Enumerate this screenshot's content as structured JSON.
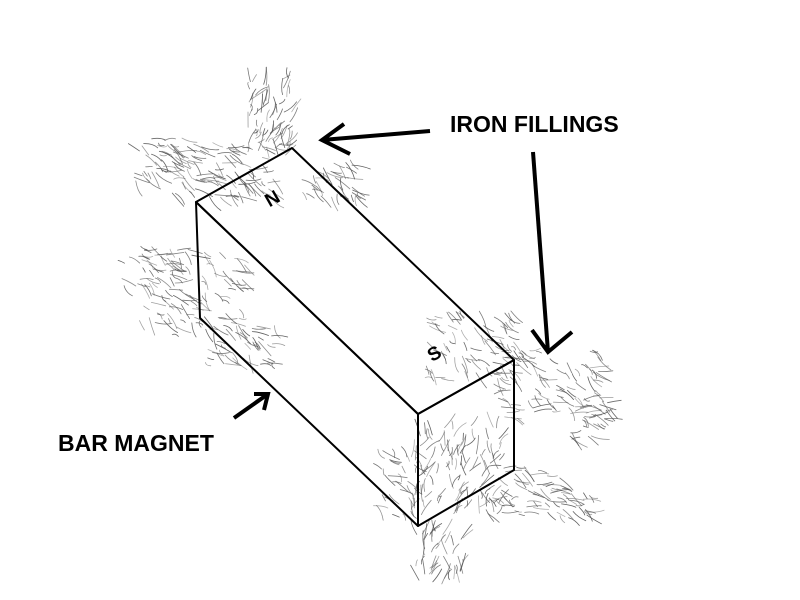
{
  "labels": {
    "iron_fillings": "IRON FILLINGS",
    "bar_magnet": "BAR MAGNET",
    "north_pole": "N",
    "south_pole": "S"
  },
  "colors": {
    "ink": "#000000",
    "filings": "#555555",
    "background": "#ffffff"
  }
}
